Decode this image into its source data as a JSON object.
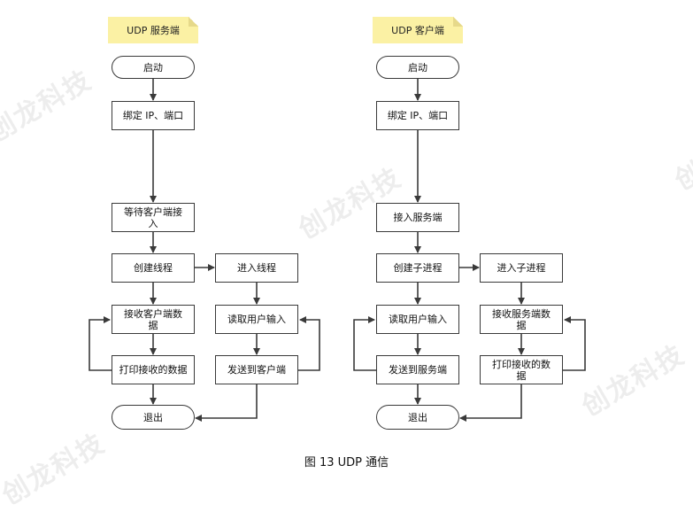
{
  "watermark_text": "创龙科技",
  "server": {
    "title": "UDP 服务端",
    "start": "启动",
    "bind": "绑定 IP、端口",
    "wait": "等待客户端接入",
    "create_thread": "创建线程",
    "recv": "接收客户端数据",
    "print": "打印接收的数据",
    "exit": "退出",
    "enter_thread": "进入线程",
    "read_input": "读取用户输入",
    "send": "发送到客户端"
  },
  "client": {
    "title": "UDP 客户端",
    "start": "启动",
    "bind": "绑定 IP、端口",
    "connect": "接入服务端",
    "create_process": "创建子进程",
    "read_input": "读取用户输入",
    "send": "发送到服务端",
    "exit": "退出",
    "enter_process": "进入子进程",
    "recv": "接收服务端数据",
    "print": "打印接收的数据"
  },
  "caption": "图  13 UDP 通信"
}
